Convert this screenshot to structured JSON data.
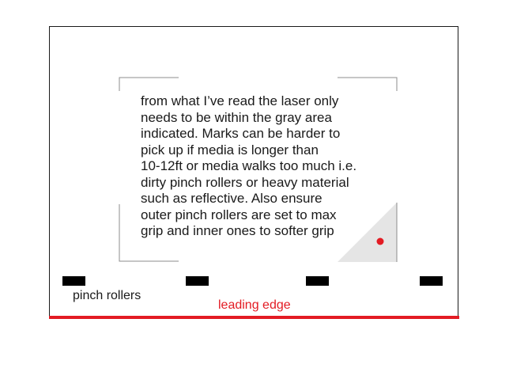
{
  "note": {
    "text": "from what I’ve read the laser only\nneeds to be within the gray area\nindicated. Marks can be harder to\npick up if media is longer than\n10-12ft or media walks too much i.e.\ndirty pinch rollers or heavy material\nsuch as reflective. Also ensure\nouter pinch rollers are set to max\ngrip and inner ones to softer grip"
  },
  "labels": {
    "pinch_rollers": "pinch rollers",
    "leading_edge": "leading edge"
  },
  "colors": {
    "accent_red": "#e31b23",
    "gray_area": "#e5e5e5",
    "roller": "#000000",
    "frame_line": "#8c8c8c"
  }
}
